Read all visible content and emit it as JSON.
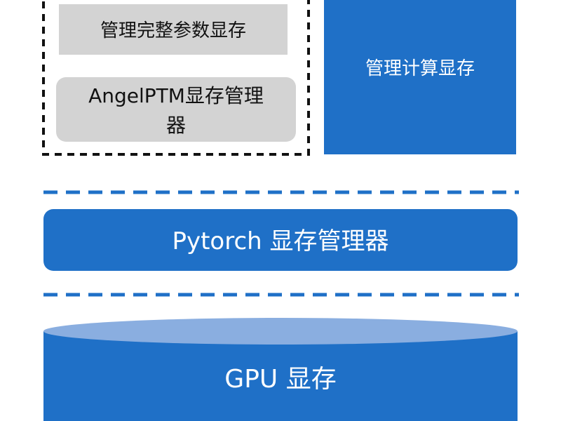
{
  "top_left_group": {
    "box1_label": "管理完整参数显存",
    "box2_label_line1": "AngelPTM显存管理",
    "box2_label_line2": "器"
  },
  "compute_memory_block": {
    "label": "管理计算显存"
  },
  "pytorch_block": {
    "label": "Pytorch 显存管理器"
  },
  "gpu_cylinder": {
    "label": "GPU 显存"
  },
  "colors": {
    "blue": "#1f70c7",
    "light_blue_top": "#8aaee0",
    "gray": "#d3d3d3",
    "white": "#ffffff",
    "black": "#111111"
  }
}
